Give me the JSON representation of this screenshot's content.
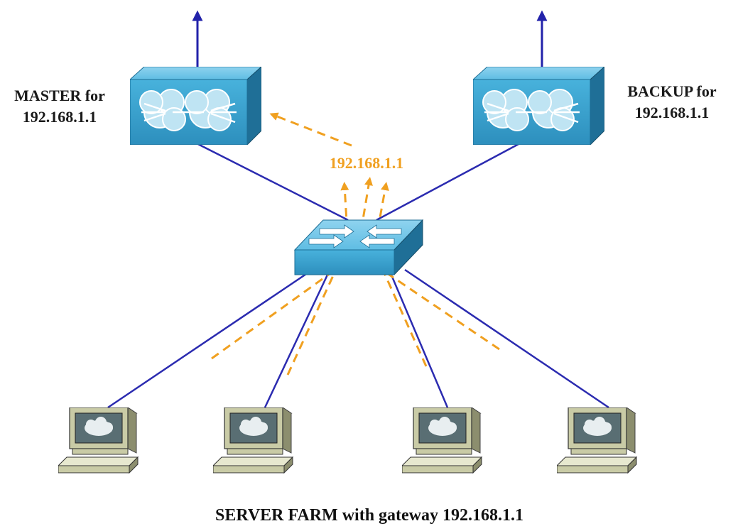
{
  "labels": {
    "master_line1": "MASTER for",
    "master_line2": "192.168.1.1",
    "backup_line1": "BACKUP for",
    "backup_line2": "192.168.1.1",
    "virtual_ip": "192.168.1.1",
    "caption": "SERVER FARM with gateway 192.168.1.1"
  },
  "colors": {
    "link": "#2b2bb0",
    "traffic": "#f0a020",
    "device_blue": "#3aa0cc",
    "device_dark": "#1f6f97",
    "arrow": "#2222aa",
    "monitor": "#c9cba6"
  },
  "nodes": {
    "routers": [
      {
        "name": "master",
        "icon": "router-icon"
      },
      {
        "name": "backup",
        "icon": "router-icon"
      }
    ],
    "switch": {
      "icon": "switch-icon"
    },
    "servers": [
      {
        "icon": "workstation-icon"
      },
      {
        "icon": "workstation-icon"
      },
      {
        "icon": "workstation-icon"
      },
      {
        "icon": "workstation-icon"
      }
    ]
  }
}
